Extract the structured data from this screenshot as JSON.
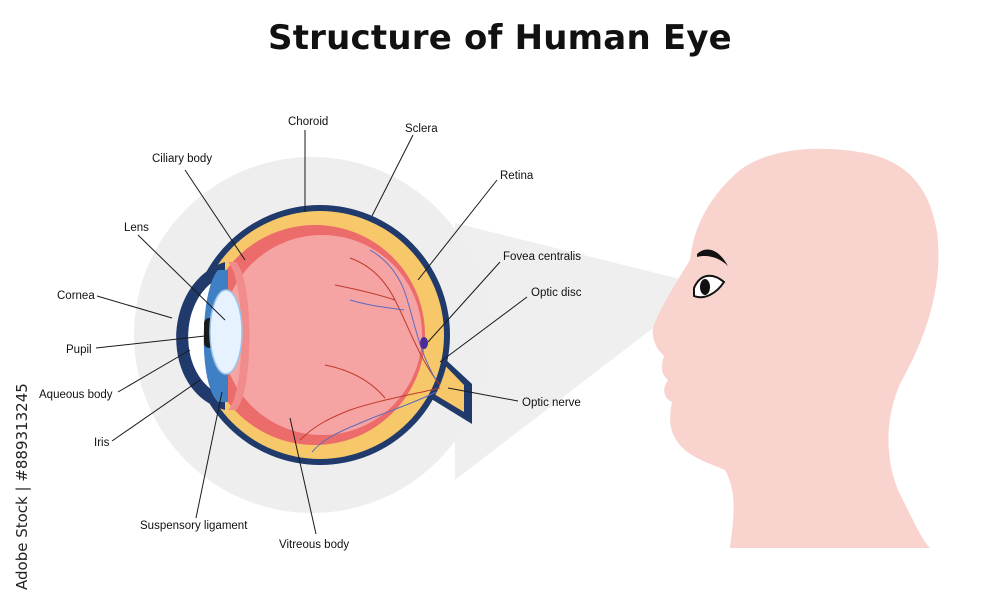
{
  "title": "Structure of Human Eye",
  "credit": "Adobe Stock | #889313245",
  "colors": {
    "sclera": "#1f3a6b",
    "choroid_band": "#f7c86a",
    "vitreous": "#f6a3a3",
    "iris": "#3f7fc4",
    "lens": "#e6f2ff",
    "head": "#f9d3ce",
    "halo": "#eeeeee"
  },
  "labels": {
    "choroid": "Choroid",
    "sclera": "Sclera",
    "ciliary_body": "Ciliary body",
    "retina": "Retina",
    "lens": "Lens",
    "fovea_centralis": "Fovea centralis",
    "cornea": "Cornea",
    "optic_disc": "Optic disc",
    "pupil": "Pupil",
    "aqueous_body": "Aqueous body",
    "optic_nerve": "Optic nerve",
    "iris": "Iris",
    "suspensory_ligament": "Suspensory ligament",
    "vitreous_body": "Vitreous body"
  }
}
